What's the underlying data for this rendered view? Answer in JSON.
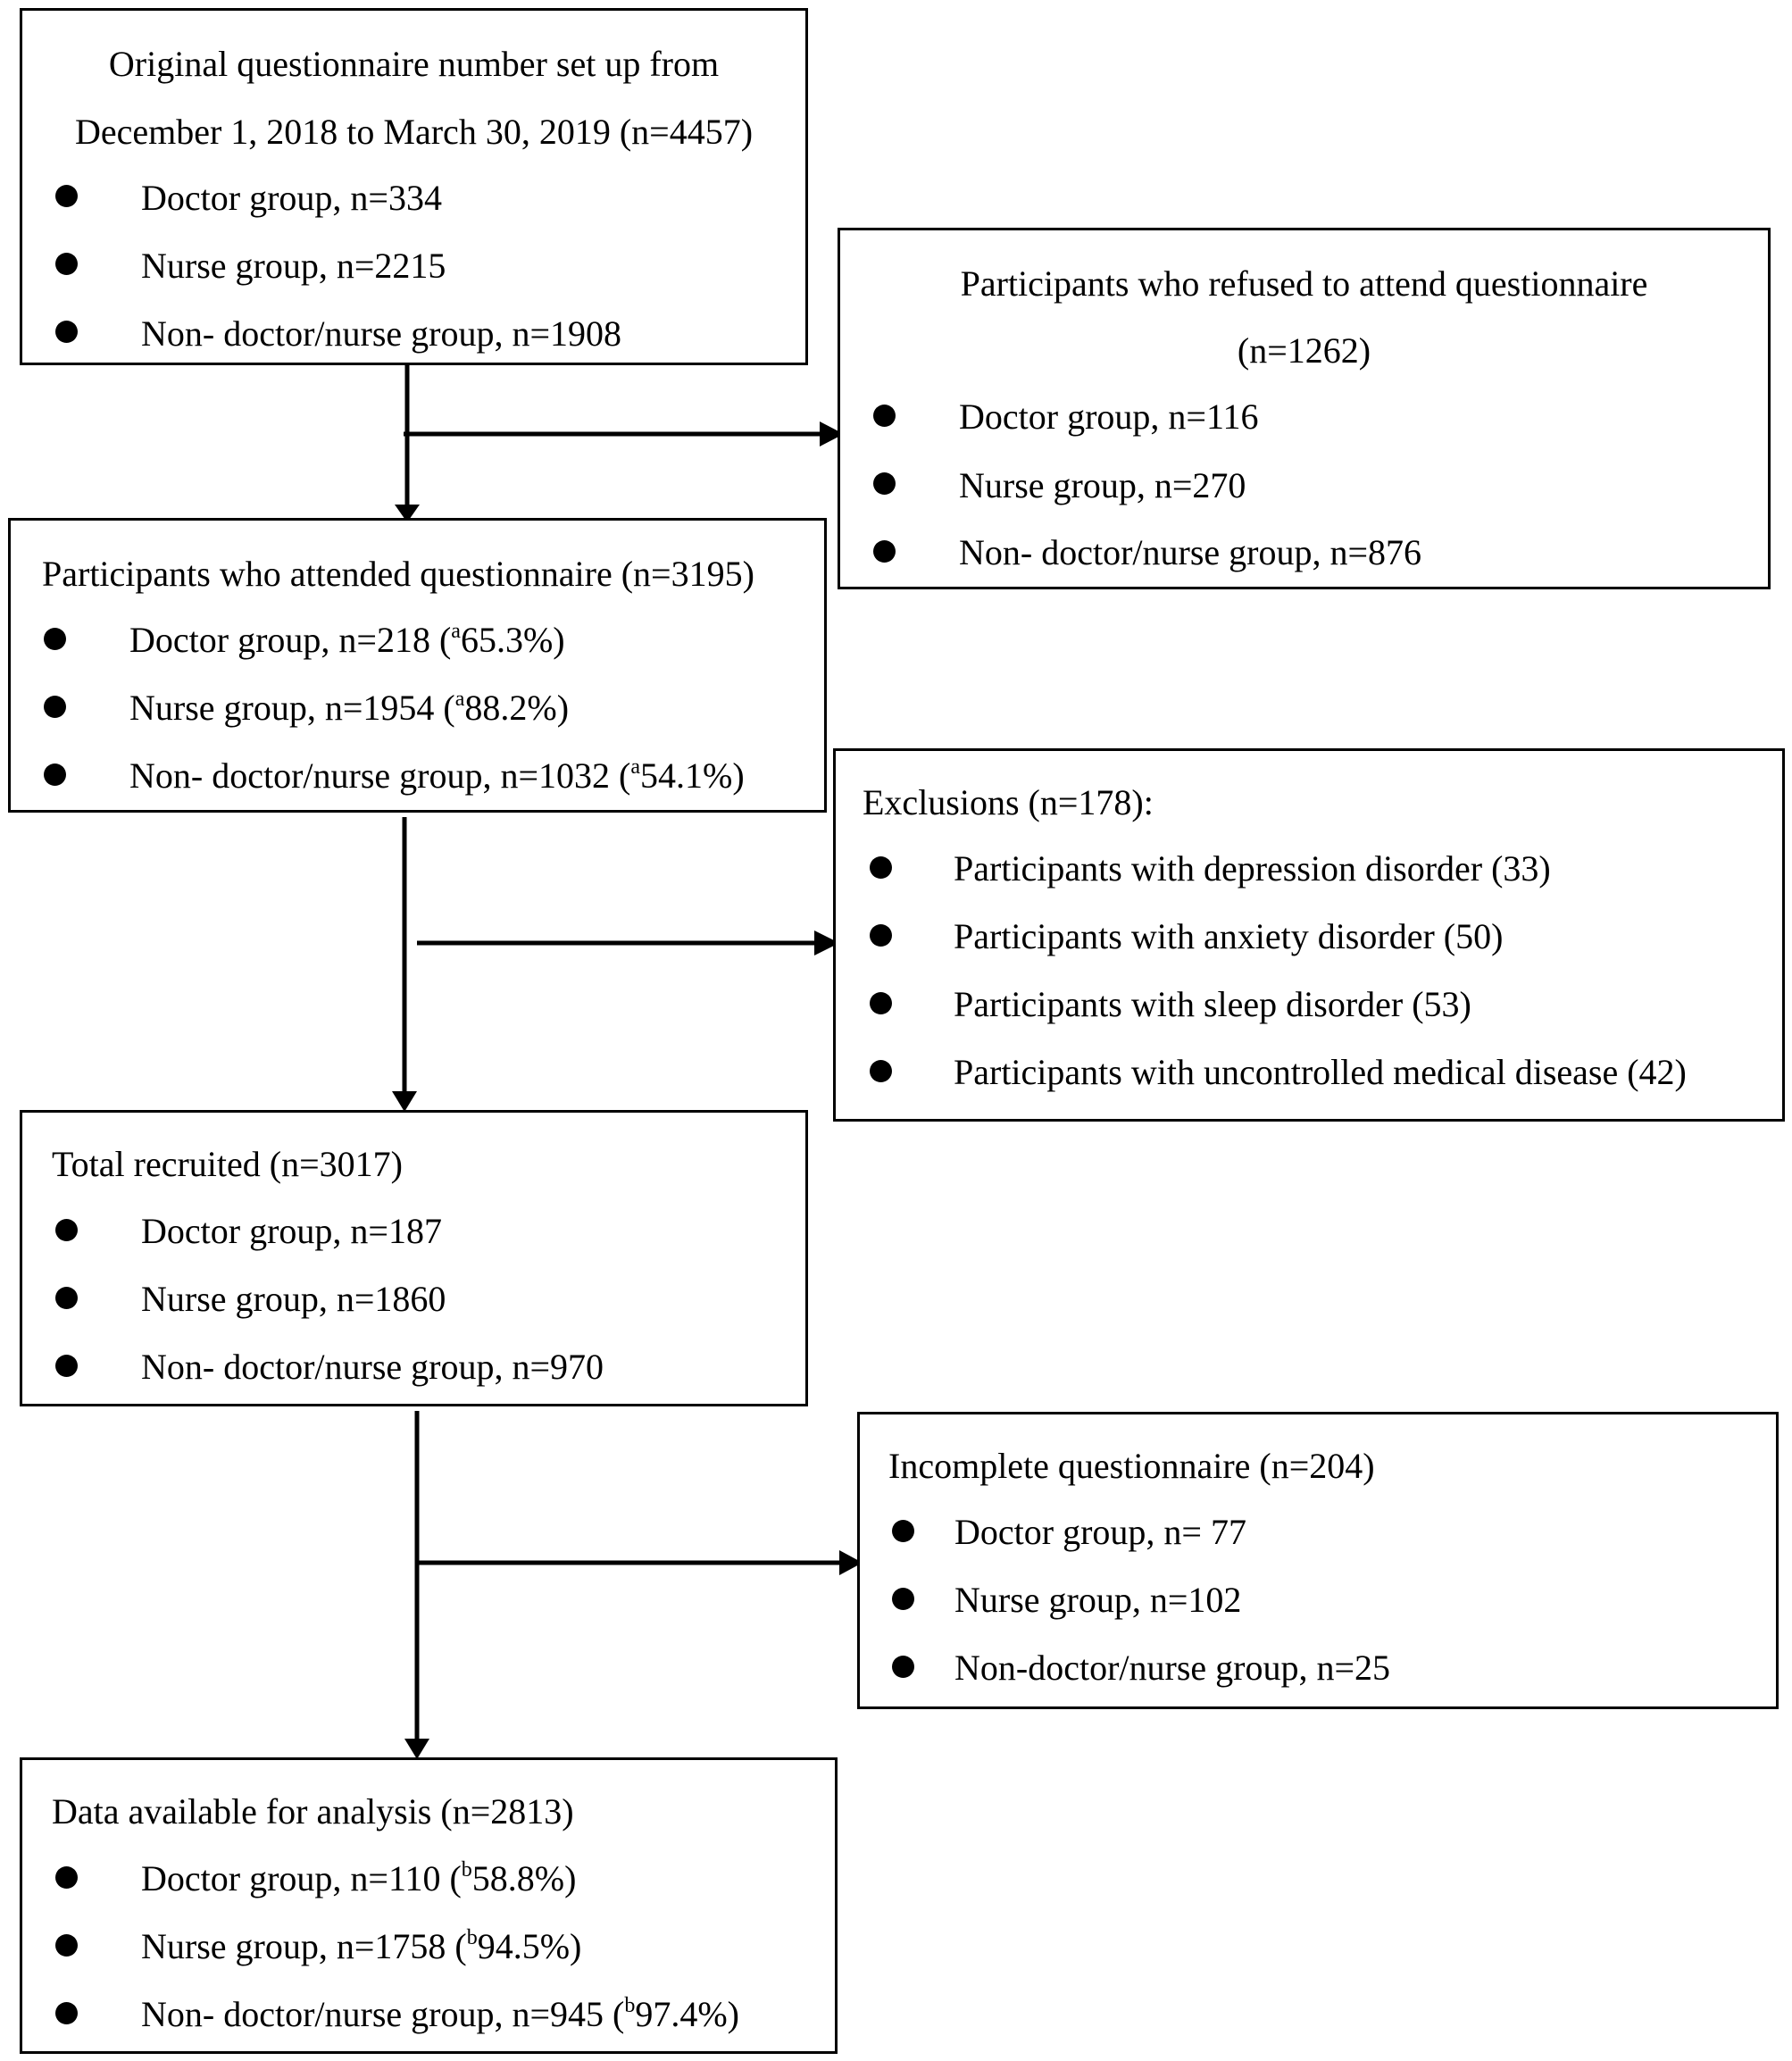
{
  "boxes": {
    "original": {
      "title_line1": "Original questionnaire number set up from",
      "title_line2": "December 1, 2018 to March 30, 2019 (n=4457)",
      "items": [
        "Doctor group, n=334",
        "Nurse group, n=2215",
        "Non- doctor/nurse group, n=1908"
      ]
    },
    "refused": {
      "title_line1": "Participants who refused to attend questionnaire",
      "title_line2": "(n=1262)",
      "items": [
        "Doctor group, n=116",
        "Nurse group, n=270",
        "Non- doctor/nurse group, n=876"
      ]
    },
    "attended": {
      "title": "Participants who attended questionnaire (n=3195)",
      "items": [
        {
          "text": "Doctor group, n=218 (",
          "sup": "a",
          "pct": "65.3%)"
        },
        {
          "text": "Nurse group, n=1954 (",
          "sup": "a",
          "pct": "88.2%)"
        },
        {
          "text": "Non- doctor/nurse group, n=1032 (",
          "sup": "a",
          "pct": "54.1%)"
        }
      ]
    },
    "exclusions": {
      "title": "Exclusions (n=178):",
      "items": [
        "Participants with depression disorder (33)",
        "Participants with anxiety disorder (50)",
        "Participants with sleep disorder (53)",
        "Participants with uncontrolled medical disease (42)"
      ]
    },
    "recruited": {
      "title": "Total recruited (n=3017)",
      "items": [
        "Doctor group, n=187",
        "Nurse group, n=1860",
        "Non- doctor/nurse group, n=970"
      ]
    },
    "incomplete": {
      "title": "Incomplete questionnaire (n=204)",
      "items": [
        "Doctor group, n= 77",
        "Nurse group, n=102",
        "Non-doctor/nurse group, n=25"
      ]
    },
    "analysis": {
      "title": "Data available for analysis (n=2813)",
      "items": [
        {
          "text": "Doctor group, n=110 (",
          "sup": "b",
          "pct": "58.8%)"
        },
        {
          "text": "Nurse group, n=1758 (",
          "sup": "b",
          "pct": "94.5%)"
        },
        {
          "text": "Non- doctor/nurse group, n=945 (",
          "sup": "b",
          "pct": "97.4%)"
        }
      ]
    }
  }
}
